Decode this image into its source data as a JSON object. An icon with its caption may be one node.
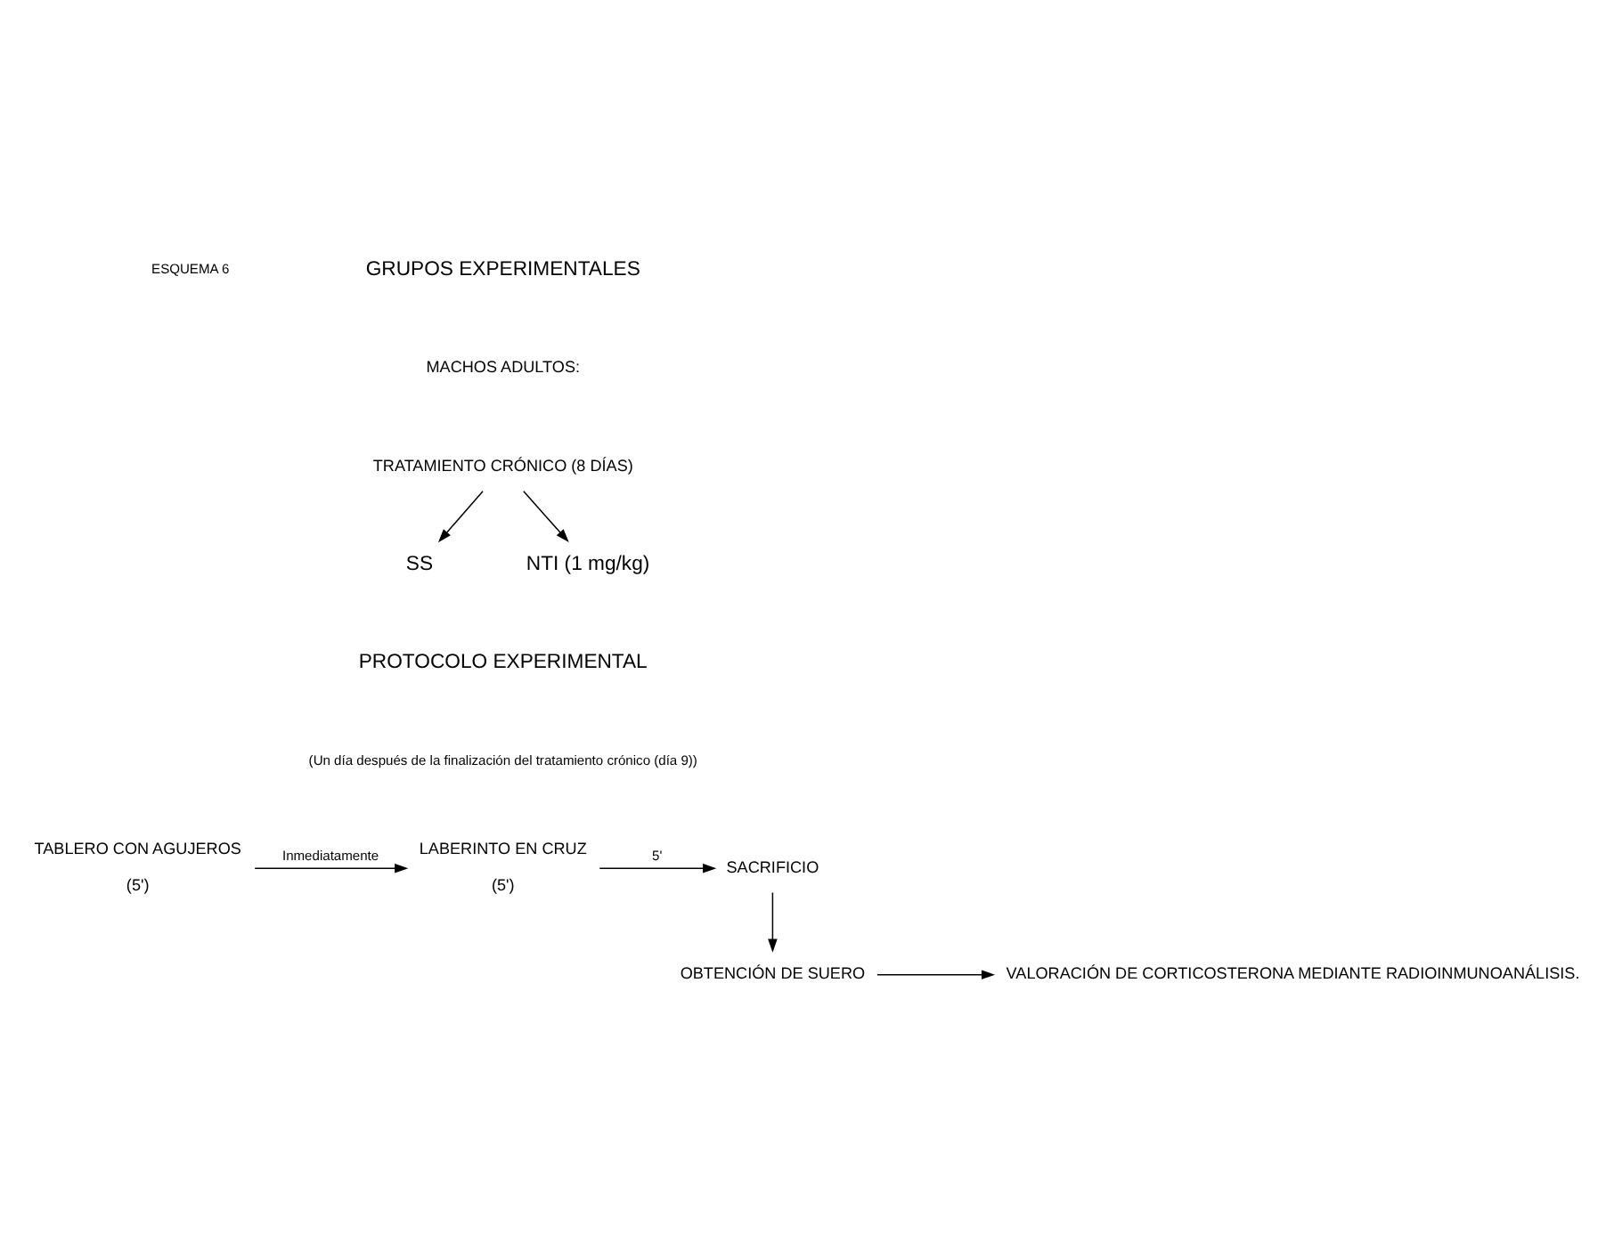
{
  "diagram": {
    "nodes": [
      {
        "text": [
          "TRATAMIENTO CRÓNICO (8 DÍAS)"
        ]
      },
      {
        "text": [
          "SS"
        ]
      },
      {
        "text": [
          "NTI (1 mg/kg)"
        ]
      },
      {
        "text": [
          "TABLERO CON AGUJEROS"
        ],
        "beside": [
          "(5')"
        ]
      },
      {
        "text": [
          "LABERINTO EN CRUZ"
        ],
        "beside": [
          "(5')"
        ]
      },
      {
        "text": [
          "SACRIFICIO"
        ]
      },
      {
        "text": [
          "OBTENCIÓN DE SUERO"
        ]
      },
      {
        "text": [
          "VALORACIÓN DE CORTICOSTERONA MEDIANTE RADIOINMUNOANÁLISIS."
        ]
      }
    ],
    "edges": [
      {
        "from": 0,
        "to": 1,
        "arrow": "to"
      },
      {
        "from": 0,
        "to": 2,
        "arrow": "to"
      },
      {
        "from": 3,
        "to": 4,
        "arrow": "to",
        "label": "Inmediatamente"
      },
      {
        "from": 4,
        "to": 5,
        "arrow": "to",
        "label": "5'"
      },
      {
        "from": 5,
        "to": 6,
        "arrow": "to"
      },
      {
        "from": 6,
        "to": 7,
        "arrow": "to"
      }
    ],
    "labels": [
      "ESQUEMA 6",
      "GRUPOS EXPERIMENTALES",
      "MACHOS ADULTOS:",
      "PROTOCOLO EXPERIMENTAL",
      "(Un día después de la finalización del tratamiento crónico (día 9))"
    ]
  }
}
